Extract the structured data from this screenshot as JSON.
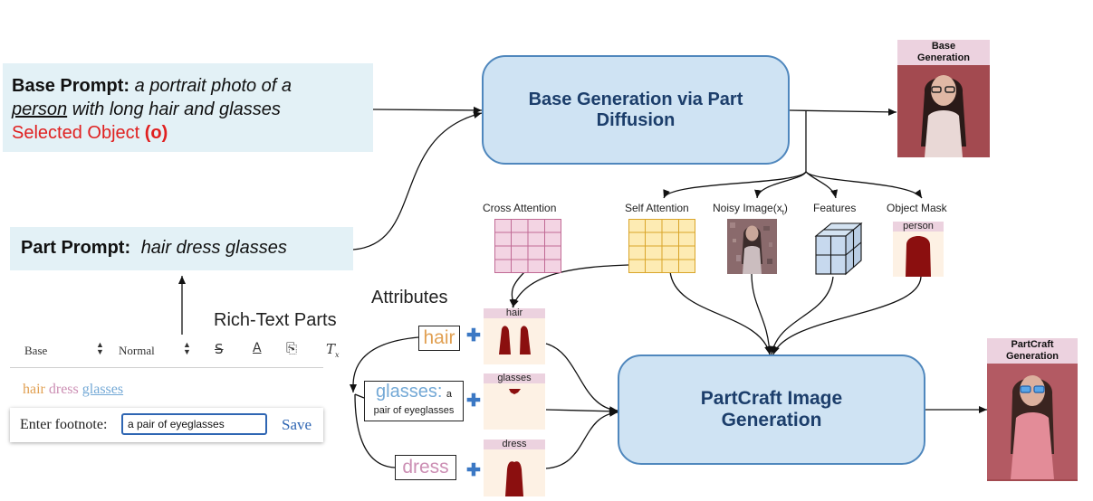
{
  "base_prompt": {
    "label": "Base Prompt:",
    "text_pre": "a portrait photo of a",
    "text_underlined": "person",
    "text_post": "with long hair and glasses",
    "selected_label": "Selected Object",
    "selected_symbol": "(o)"
  },
  "part_prompt": {
    "label": "Part Prompt:",
    "text": "hair dress glasses"
  },
  "base_gen_box": {
    "text": "Base Generation via Part Diffusion"
  },
  "partcraft_box": {
    "text": "PartCraft  Image Generation"
  },
  "base_output": {
    "header": "Base Generation"
  },
  "partcraft_output": {
    "header": "PartCraft Generation"
  },
  "labels": {
    "cross_attention": "Cross Attention",
    "self_attention": "Self Attention",
    "noisy_image": "Noisy Image(x",
    "noisy_image_sub": "t",
    "noisy_image_close": ")",
    "features": "Features",
    "object_mask": "Object Mask",
    "attributes": "Attributes",
    "rich_text_parts": "Rich-Text Parts"
  },
  "object_mask_card": {
    "header": "person"
  },
  "mask_cards": [
    {
      "header": "hair"
    },
    {
      "header": "glasses"
    },
    {
      "header": "dress"
    }
  ],
  "attributes": {
    "hair": "hair",
    "glasses": "glasses:",
    "glasses_note_1": "a",
    "glasses_note_2": "pair of eyeglasses",
    "dress": "dress"
  },
  "editor": {
    "font_select": "Base",
    "size_select": "Normal",
    "parts": [
      "hair",
      "dress",
      "glasses"
    ],
    "footnote_label": "Enter footnote:",
    "footnote_value": "a pair of eyeglasses",
    "save_label": "Save"
  },
  "colors": {
    "hair": "#e1a052",
    "dress": "#cc8fb4",
    "glasses": "#74a9d6",
    "selected": "#e02020",
    "box_fill": "#cfe3f3",
    "box_border": "#4f87bd",
    "mask_red": "#8b0f0f"
  }
}
